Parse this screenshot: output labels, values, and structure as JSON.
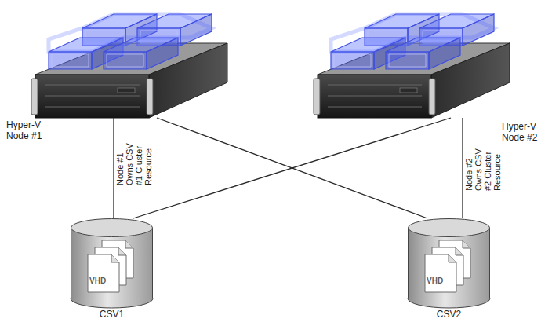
{
  "diagram": {
    "nodes": [
      {
        "text": [
          "Hyper-V Node #1"
        ]
      },
      {
        "text": [
          "Hyper-V Node #2"
        ]
      },
      {
        "text": [
          "VHD",
          "CSV1"
        ]
      },
      {
        "text": [
          "VHD",
          "CSV2"
        ]
      }
    ],
    "edges": [
      {
        "from": 0,
        "to": 2,
        "arrow": "none",
        "label": "Node #1 Owns CSV #1 Cluster Resource"
      },
      {
        "from": 0,
        "to": 3,
        "arrow": "none"
      },
      {
        "from": 1,
        "to": 2,
        "arrow": "none"
      },
      {
        "from": 1,
        "to": 3,
        "arrow": "none",
        "label": "Node #2 Owns CSV #2 Cluster Resource"
      }
    ]
  }
}
